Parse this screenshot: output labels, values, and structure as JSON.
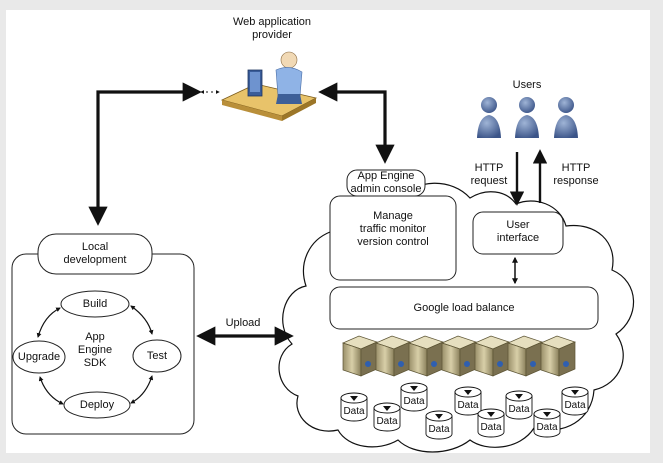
{
  "provider_label": [
    "Web application",
    "provider"
  ],
  "users_label": "Users",
  "http_request": [
    "HTTP",
    "request"
  ],
  "http_response": [
    "HTTP",
    "response"
  ],
  "admin_console": [
    "App Engine",
    "admin console"
  ],
  "manage_panel": [
    "Manage",
    "traffic monitor",
    "version control"
  ],
  "user_interface": [
    "User",
    "interface"
  ],
  "load_balance": "Google load balance",
  "local_dev": [
    "Local",
    "development"
  ],
  "sdk_label": [
    "App",
    "Engine",
    "SDK"
  ],
  "cycle": {
    "build": "Build",
    "test": "Test",
    "deploy": "Deploy",
    "upgrade": "Upgrade"
  },
  "upload_label": "Upload",
  "data_label": "Data"
}
